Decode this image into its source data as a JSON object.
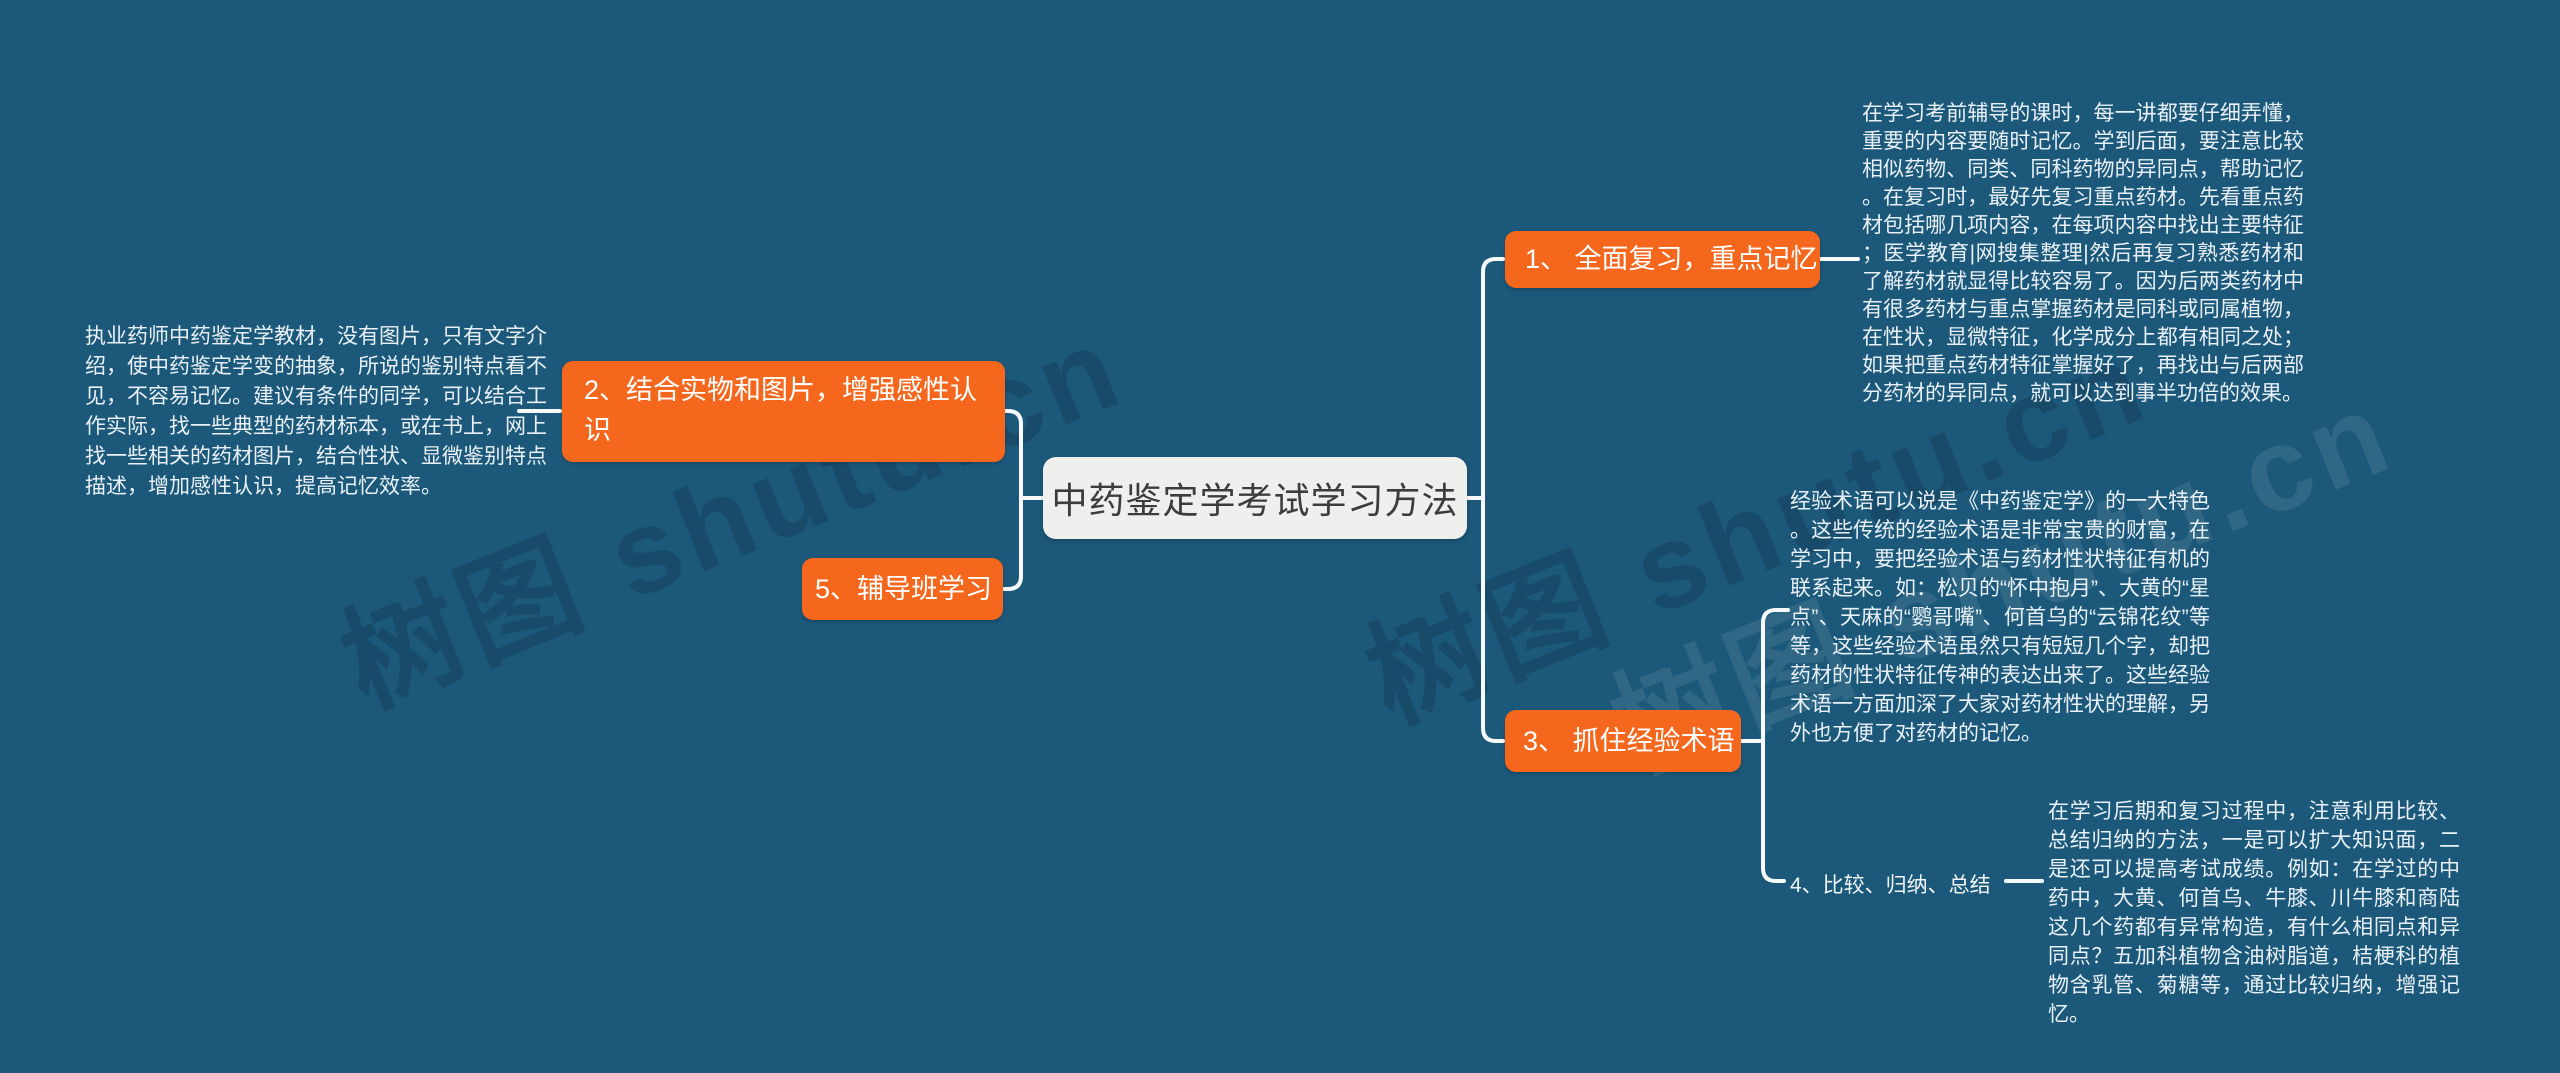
{
  "title": "中药鉴定学考试学习方法",
  "colors": {
    "background": "#1c587a",
    "branch_fill": "#f5671d",
    "central_fill": "#efefed",
    "central_text": "#3c3c3c",
    "branch_text": "#ffffff",
    "paragraph_text": "#e9f1f7",
    "connector": "#f7fafc"
  },
  "watermark": {
    "text": "树图 shutu.cn"
  },
  "branches": [
    {
      "label": "1、 全面复习，重点记忆",
      "description": "在学习考前辅导的课时，每一讲都要仔细弄懂，重要的内容要随时记忆。学到后面，要注意比较相似药物、同类、同科药物的异同点，帮助记忆。在复习时，最好先复习重点药材。先看重点药材包括哪几项内容，在每项内容中找出主要特征；医学教育|网搜集整理|然后再复习熟悉药材和了解药材就显得比较容易了。因为后两类药材中有很多药材与重点掌握药材是同科或同属植物，在性状，显微特征，化学成分上都有相同之处；如果把重点药材特征掌握好了，再找出与后两部分药材的异同点，就可以达到事半功倍的效果。"
    },
    {
      "label": "2、结合实物和图片，增强感性认识",
      "description": "执业药师中药鉴定学教材，没有图片，只有文字介绍，使中药鉴定学变的抽象，所说的鉴别特点看不见，不容易记忆。建议有条件的同学，可以结合工作实际，找一些典型的药材标本，或在书上，网上找一些相关的药材图片，结合性状、显微鉴别特点描述，增加感性认识，提高记忆效率。"
    },
    {
      "label": "3、 抓住经验术语",
      "description": "经验术语可以说是《中药鉴定学》的一大特色。这些传统的经验术语是非常宝贵的财富，在学习中，要把经验术语与药材性状特征有机的联系起来。如：松贝的“怀中抱月”、大黄的“星点”、天麻的“鹦哥嘴”、何首乌的“云锦花纹”等等，这些经验术语虽然只有短短几个字，却把药材的性状特征传神的表达出来了。这些经验术语一方面加深了大家对药材性状的理解，另外也方便了对药材的记忆。"
    },
    {
      "label": "4、比较、归纳、总结",
      "description": "在学习后期和复习过程中，注意利用比较、总结归纳的方法，一是可以扩大知识面，二是还可以提高考试成绩。例如：在学过的中药中，大黄、何首乌、牛膝、川牛膝和商陆这几个药都有异常构造，有什么相同点和异同点？五加科植物含油树脂道，桔梗科的植物含乳管、菊糖等，通过比较归纳，增强记忆。"
    },
    {
      "label": "5、辅导班学习",
      "description": ""
    }
  ]
}
